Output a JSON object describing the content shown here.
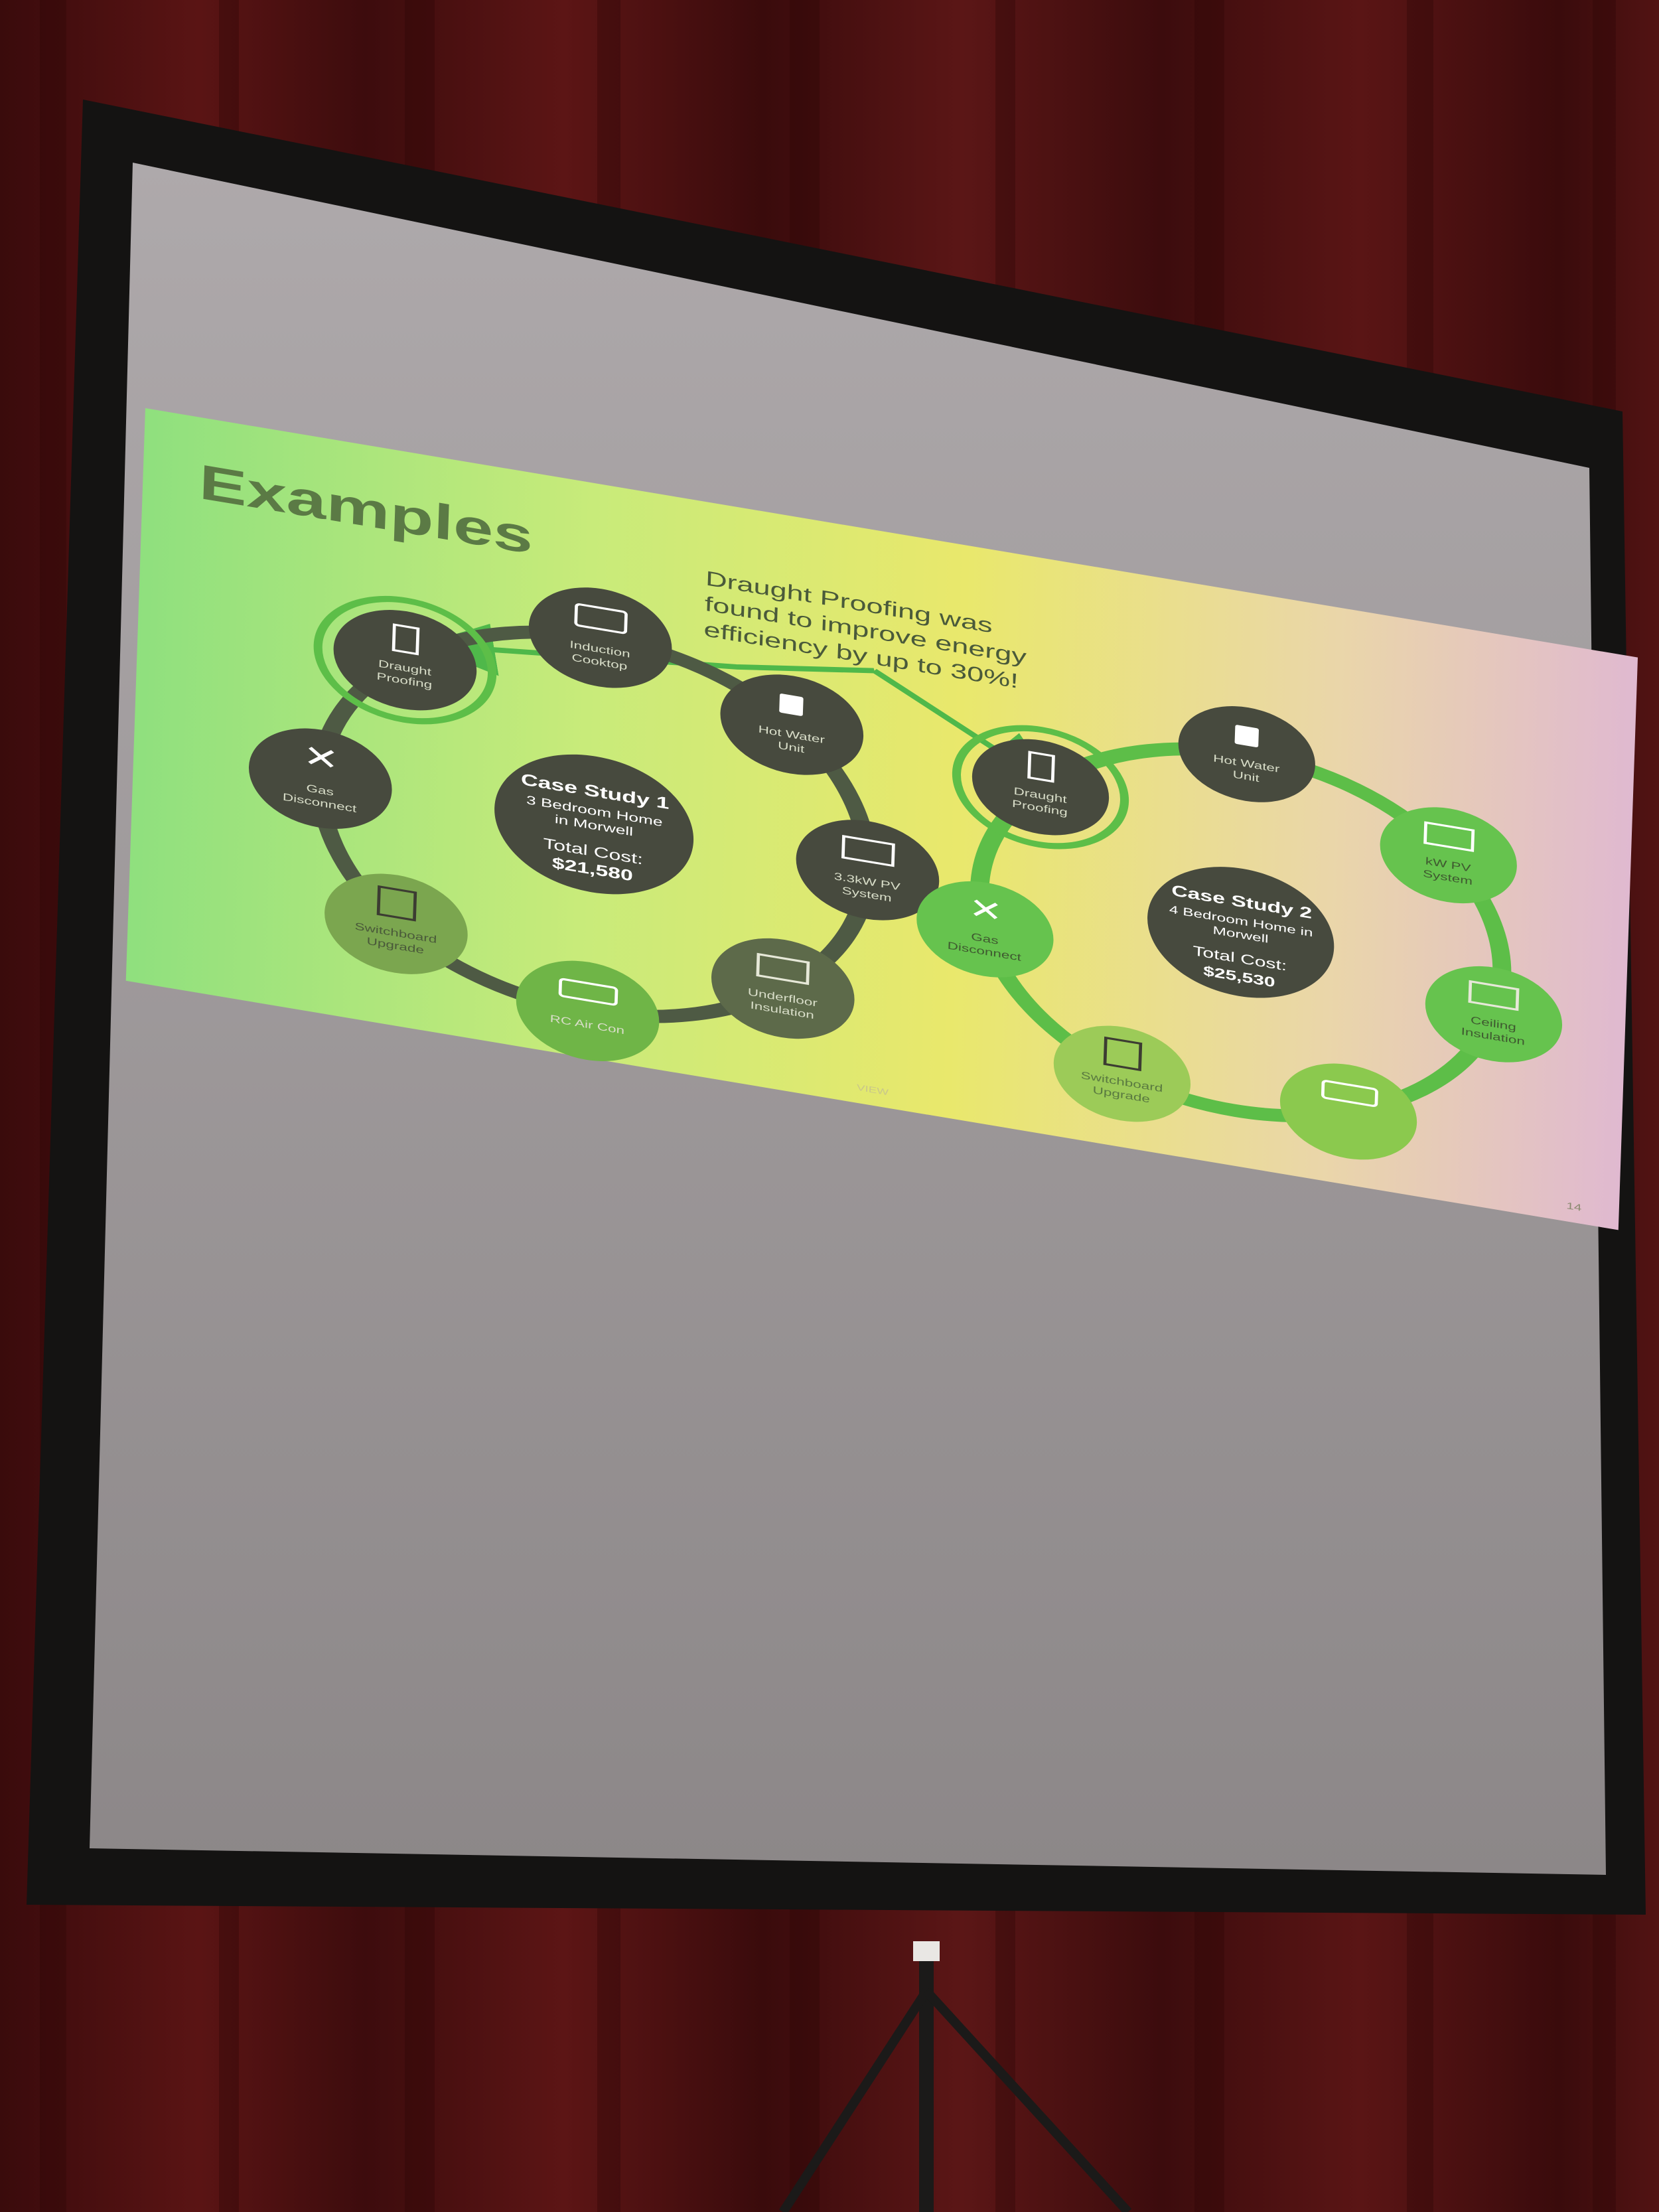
{
  "slide": {
    "title": "Examples",
    "callout_lines": [
      "Draught Proofing was",
      "found to improve energy",
      "efficiency by up to 30%!"
    ],
    "page_number": "14",
    "footer": "VIEW"
  },
  "case_study_1": {
    "title": "Case Study 1",
    "subtitle_lines": [
      "3 Bedroom Home",
      "in Morwell"
    ],
    "cost_label": "Total Cost:",
    "cost_value": "$21,580",
    "nodes": [
      {
        "lines": [
          "Induction",
          "Cooktop"
        ],
        "icon": "cooktop-icon"
      },
      {
        "lines": [
          "Hot Water",
          "Unit"
        ],
        "icon": "mug-icon"
      },
      {
        "lines": [
          "3.3kW PV",
          "System"
        ],
        "icon": "solar-panel-icon"
      },
      {
        "lines": [
          "Underfloor",
          "Insulation"
        ],
        "icon": "insulation-icon"
      },
      {
        "lines": [
          "RC Air Con"
        ],
        "icon": "air-con-icon"
      },
      {
        "lines": [
          "Switchboard",
          "Upgrade"
        ],
        "icon": "switchboard-icon"
      },
      {
        "lines": [
          "Gas",
          "Disconnect"
        ],
        "icon": "no-gas-icon"
      },
      {
        "lines": [
          "Draught",
          "Proofing"
        ],
        "icon": "door-icon"
      }
    ]
  },
  "case_study_2": {
    "title": "Case Study 2",
    "subtitle_lines": [
      "4 Bedroom Home in",
      "Morwell"
    ],
    "cost_label": "Total Cost:",
    "cost_value": "$25,530",
    "nodes": [
      {
        "lines": [
          "Hot Water",
          "Unit"
        ],
        "icon": "mug-icon"
      },
      {
        "lines": [
          "kW PV",
          "System"
        ],
        "icon": "solar-panel-icon"
      },
      {
        "lines": [
          "Ceiling",
          "Insulation"
        ],
        "icon": "insulation-icon"
      },
      {
        "lines": [
          "",
          ""
        ],
        "icon": "air-con-icon"
      },
      {
        "lines": [
          "Switchboard",
          "Upgrade"
        ],
        "icon": "switchboard-icon"
      },
      {
        "lines": [
          "Gas",
          "Disconnect"
        ],
        "icon": "no-gas-icon"
      },
      {
        "lines": [
          "Draught",
          "Proofing"
        ],
        "icon": "door-icon"
      }
    ]
  },
  "colors": {
    "node_dark": "#474a3e",
    "node_green": "#66c34e",
    "ring_dark": "#4e5a44",
    "ring_green": "#5dbe48",
    "arrow": "#4fb84a",
    "title": "#5b7a45"
  }
}
